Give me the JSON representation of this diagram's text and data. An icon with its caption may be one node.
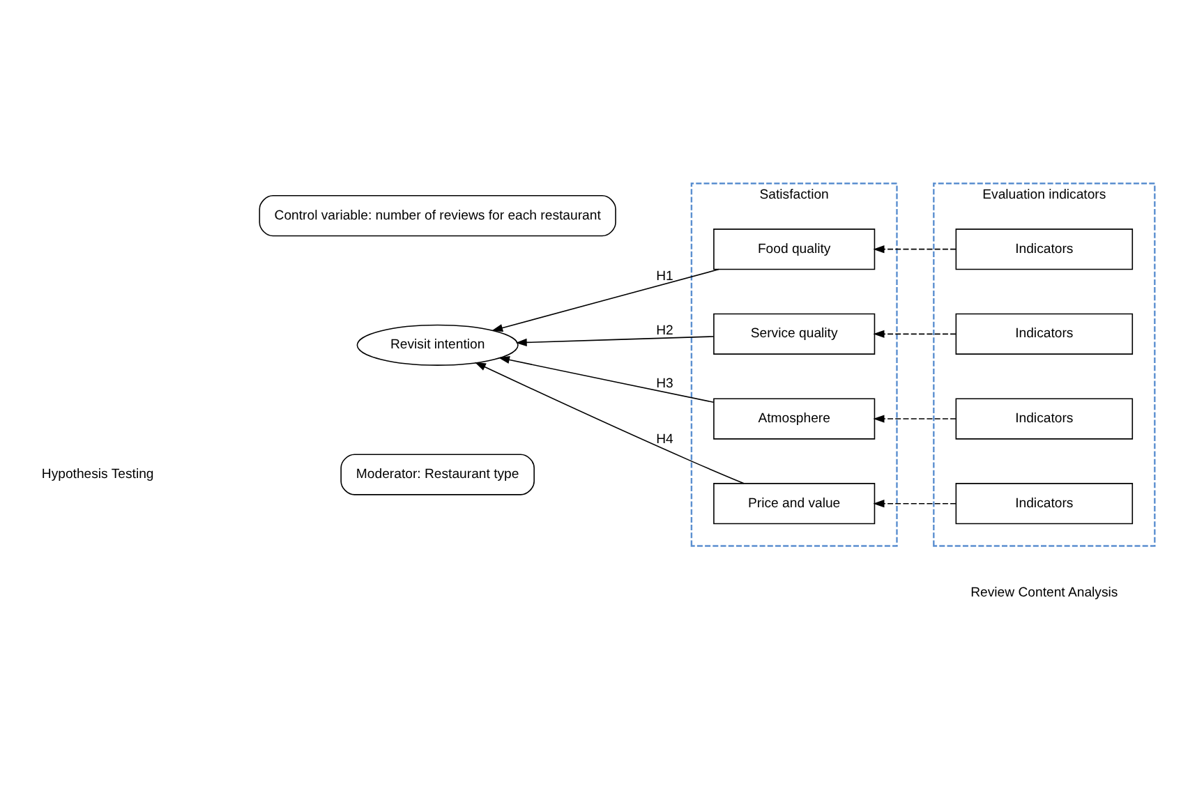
{
  "diagram": {
    "nodes": [
      {
        "text": [
          "Control variable: number of reviews for each restaurant"
        ]
      },
      {
        "text": [
          "Revisit intention"
        ]
      },
      {
        "text": [
          "Moderator: Restaurant type"
        ]
      },
      {
        "text": [
          "Satisfaction"
        ]
      },
      {
        "text": [
          "Food quality"
        ],
        "in": 3
      },
      {
        "text": [
          "Service quality"
        ],
        "in": 3
      },
      {
        "text": [
          "Atmosphere"
        ],
        "in": 3
      },
      {
        "text": [
          "Price and value"
        ],
        "in": 3
      },
      {
        "text": [
          "Evaluation indicators"
        ]
      },
      {
        "text": [
          "Indicators"
        ],
        "in": 8
      },
      {
        "text": [
          "Indicators"
        ],
        "in": 8
      },
      {
        "text": [
          "Indicators"
        ],
        "in": 8
      },
      {
        "text": [
          "Indicators"
        ],
        "in": 8
      }
    ],
    "edges": [
      {
        "from": 4,
        "to": 1,
        "arrow": "to",
        "label": "H1"
      },
      {
        "from": 5,
        "to": 1,
        "arrow": "to",
        "label": "H2"
      },
      {
        "from": 6,
        "to": 1,
        "arrow": "to",
        "label": "H3"
      },
      {
        "from": 7,
        "to": 1,
        "arrow": "to",
        "label": "H4"
      },
      {
        "from": 9,
        "to": 4,
        "arrow": "to",
        "style": "dashed"
      },
      {
        "from": 10,
        "to": 5,
        "arrow": "to",
        "style": "dashed"
      },
      {
        "from": 11,
        "to": 6,
        "arrow": "to",
        "style": "dashed"
      },
      {
        "from": 12,
        "to": 7,
        "arrow": "to",
        "style": "dashed"
      }
    ],
    "labels": [
      "Hypothesis Testing",
      "Review Content Analysis"
    ]
  }
}
